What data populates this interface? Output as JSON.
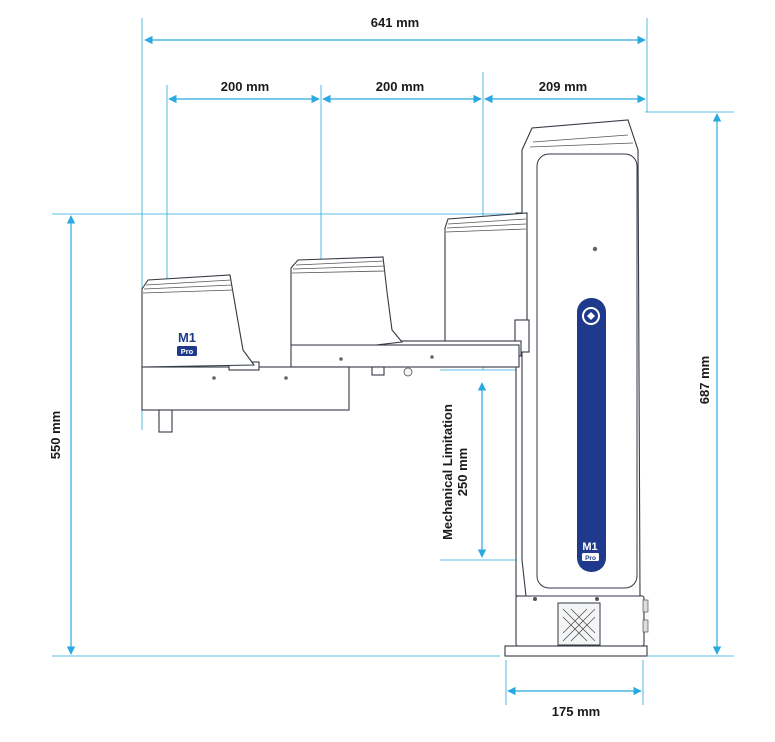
{
  "labels": {
    "total_width": "641 mm",
    "arm1": "200 mm",
    "arm2": "200 mm",
    "base_offset": "209 mm",
    "total_height": "687 mm",
    "arm_height": "550 mm",
    "base_width": "175 mm",
    "limitation_title": "Mechanical Limitation",
    "limitation_value": "250 mm"
  },
  "branding": {
    "model": "M1",
    "variant": "Pro",
    "color": "#1f3a8c"
  },
  "colors": {
    "dimension": "#29a9df",
    "outline": "#333a44",
    "brand_strip": "#1f3a8c"
  }
}
